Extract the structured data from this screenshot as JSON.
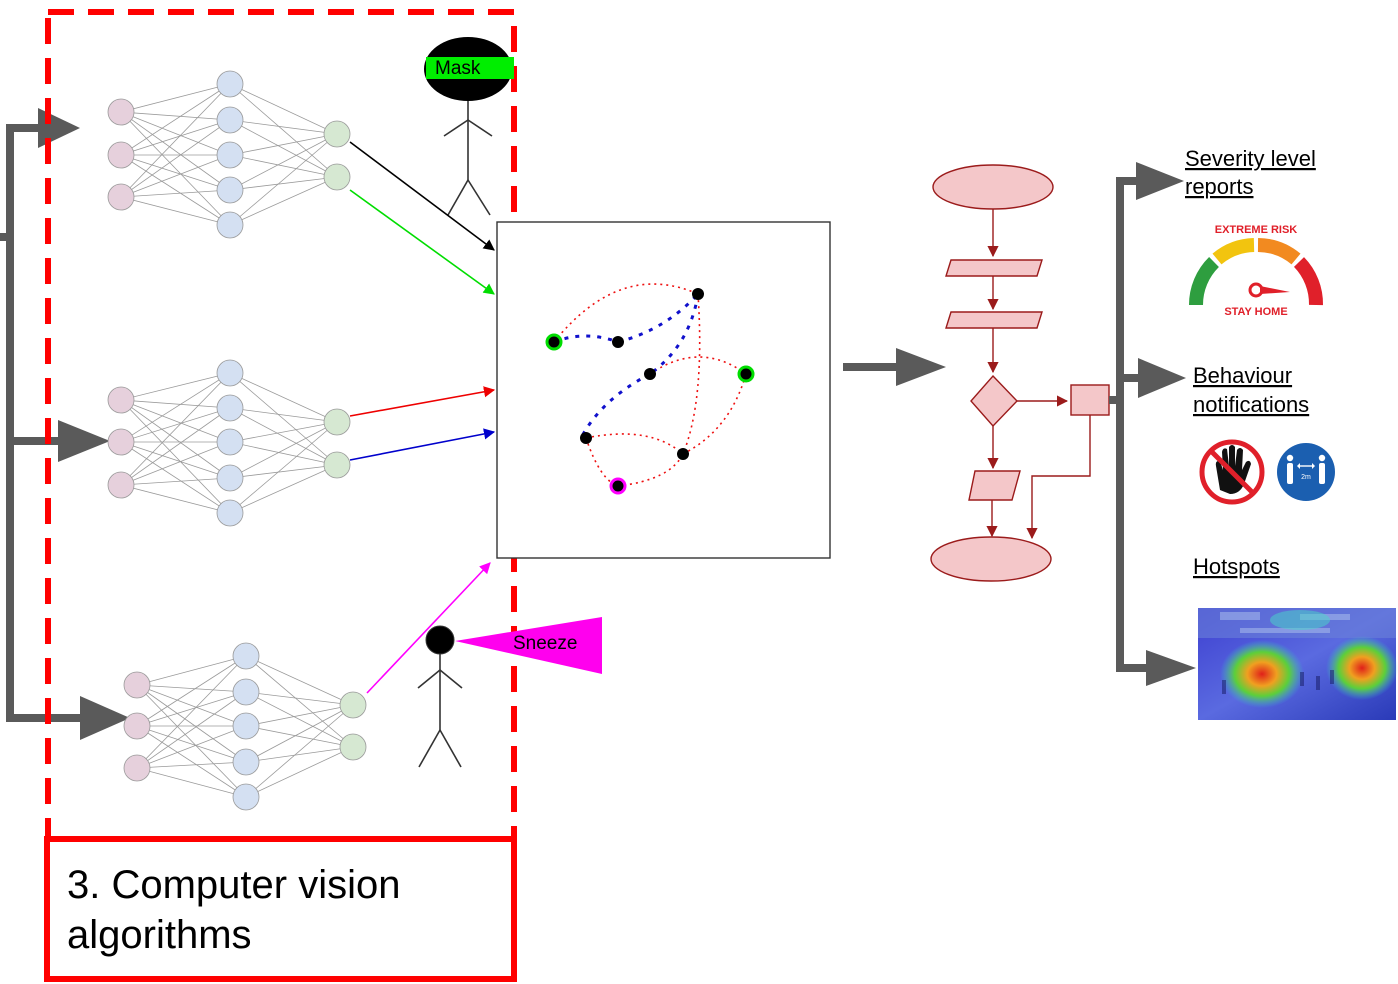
{
  "labels": {
    "mask": "Mask",
    "sneeze": "Sneeze",
    "section_title_line1": "3. Computer vision",
    "section_title_line2": "algorithms"
  },
  "outputs": {
    "severity_line1": "Severity level",
    "severity_line2": "reports",
    "behaviour_line1": "Behaviour",
    "behaviour_line2": "notifications",
    "hotspots": "Hotspots"
  },
  "gauge": {
    "top_text": "EXTREME RISK",
    "bottom_text": "STAY HOME",
    "colors": [
      "#2e9e3f",
      "#f2c40f",
      "#f28a20",
      "#e0202a"
    ]
  },
  "icons": {
    "no_touch": "no-touch-hand-icon",
    "distance_sign": "2m"
  },
  "colors": {
    "dashed_border": "#ff0000",
    "flow_fill": "#f4c7c9",
    "flow_stroke": "#9b1b1b",
    "big_arrow": "#5a5a5a",
    "nn_input": "#e6d0dc",
    "nn_hidden": "#d4e0f2",
    "nn_output": "#d6e8d2"
  }
}
